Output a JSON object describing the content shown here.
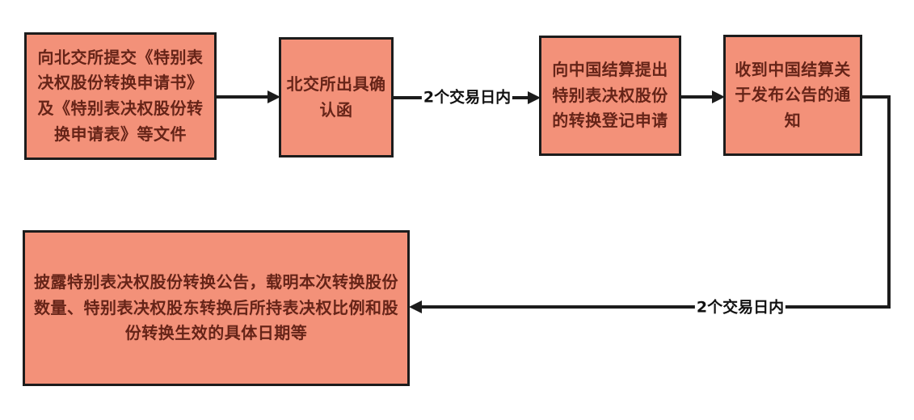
{
  "colors": {
    "page_bg": "#ffffff",
    "node_fill": "#f39179",
    "node_border": "#1c1c1c",
    "node_text": "#662418",
    "connector": "#1c1c1c",
    "edge_label_text": "#111111"
  },
  "flowchart": {
    "nodes": [
      {
        "id": "submit-to-bse",
        "text": "向北交所提交《特别表决权股份转换申请书》及《特别表决权股份转换申请表》等文件"
      },
      {
        "id": "bse-confirmation",
        "text": "北交所出具确认函"
      },
      {
        "id": "apply-csdc-registration",
        "text": "向中国结算提出特别表决权股份的转换登记申请"
      },
      {
        "id": "receive-csdc-notice",
        "text": "收到中国结算关于发布公告的通知"
      },
      {
        "id": "disclose-announcement",
        "text": "披露特别表决权股份转换公告，载明本次转换股份数量、特别表决权股东转换后所持表决权比例和股份转换生效的具体日期等"
      }
    ],
    "edges": [
      {
        "from": "submit-to-bse",
        "to": "bse-confirmation",
        "label": ""
      },
      {
        "from": "bse-confirmation",
        "to": "apply-csdc-registration",
        "label": "2个交易日内"
      },
      {
        "from": "apply-csdc-registration",
        "to": "receive-csdc-notice",
        "label": ""
      },
      {
        "from": "receive-csdc-notice",
        "to": "disclose-announcement",
        "label": "2个交易日内"
      }
    ]
  }
}
